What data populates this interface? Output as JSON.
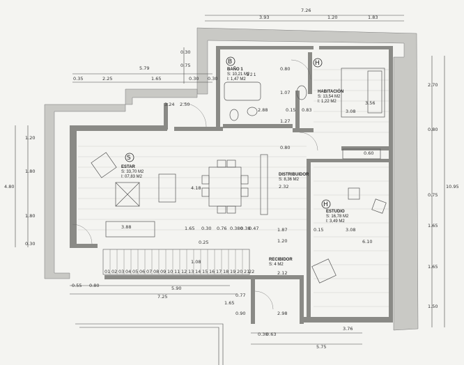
{
  "rooms": {
    "bano": {
      "badge": "B",
      "name": "BAÑO 1",
      "s": "S: 10,21 M2",
      "i": "I: 1,47 M2",
      "steps": "3  2  1"
    },
    "habitacion": {
      "badge": "H",
      "name": "HABITACIÓN",
      "s": "S: 13,54 M2",
      "i": "I: 1,22 M2"
    },
    "estar": {
      "badge": "S",
      "name": "ESTAR",
      "s": "S: 33,70 M2",
      "i": "I: 07,83 M2"
    },
    "distribuidor": {
      "name": "DISTRIBUIDOR",
      "s": "S: 8,36 M2"
    },
    "estudio": {
      "badge": "H",
      "name": "ESTUDIO",
      "s": "S: 16,78 M2",
      "i": "I: 3,49 M2"
    },
    "recibidor": {
      "name": "RECIBIDOR",
      "s": "S: 4 M2"
    }
  },
  "dims": {
    "top_total": "7.26",
    "top_a": "3.93",
    "top_b": "1.20",
    "top_c": "1.83",
    "d030": "0.30",
    "d075": "0.75",
    "d579": "5.79",
    "d035": "0.35",
    "d225": "2.25",
    "d165": "1.65",
    "d030b": "0.30",
    "d030c": "0.30",
    "d080": "0.80",
    "d107": "1.07",
    "d324": "3.24",
    "d250": "2.50",
    "d288": "2.88",
    "d015": "0.15",
    "d083": "0.83",
    "d308": "3.08",
    "d356": "3.56",
    "d270": "2.70",
    "d127": "1.27",
    "d080b": "0.80",
    "d060": "0.60",
    "d080c": "0.80",
    "d120": "1.20",
    "d180": "1.80",
    "d480": "4.80",
    "d180b": "1.80",
    "d030d": "0.30",
    "d418": "4.18",
    "d232": "2.32",
    "d075b": "0.75",
    "d1095": "10.95",
    "d165b": "1.65",
    "d388": "3.88",
    "d165c": "1.65",
    "d030e": "0.30",
    "d076": "0.76",
    "d038": "0.380",
    "d038b": "0.38",
    "d047": "0.47",
    "d187": "1.87",
    "d015b": "0.15",
    "d308b": "3.08",
    "d025": "0.25",
    "d120b": "1.20",
    "d610": "6.10",
    "d108": "1.08",
    "d165d": "1.65",
    "d212": "2.12",
    "d055": "0.55",
    "d080d": "0.80",
    "d590": "5.90",
    "d077": "0.77",
    "d725": "7.25",
    "d165e": "1.65",
    "d090": "0.90",
    "d288b": "2.98",
    "d150": "1.50",
    "d030f": "0.30",
    "d063": "0.63",
    "d376": "3.76",
    "d575": "5.75"
  },
  "steps": [
    "01",
    "02",
    "03",
    "04",
    "05",
    "06",
    "07",
    "08",
    "09",
    "10",
    "11",
    "12",
    "13",
    "14",
    "15",
    "16",
    "17",
    "18",
    "19",
    "20",
    "21",
    "22"
  ]
}
